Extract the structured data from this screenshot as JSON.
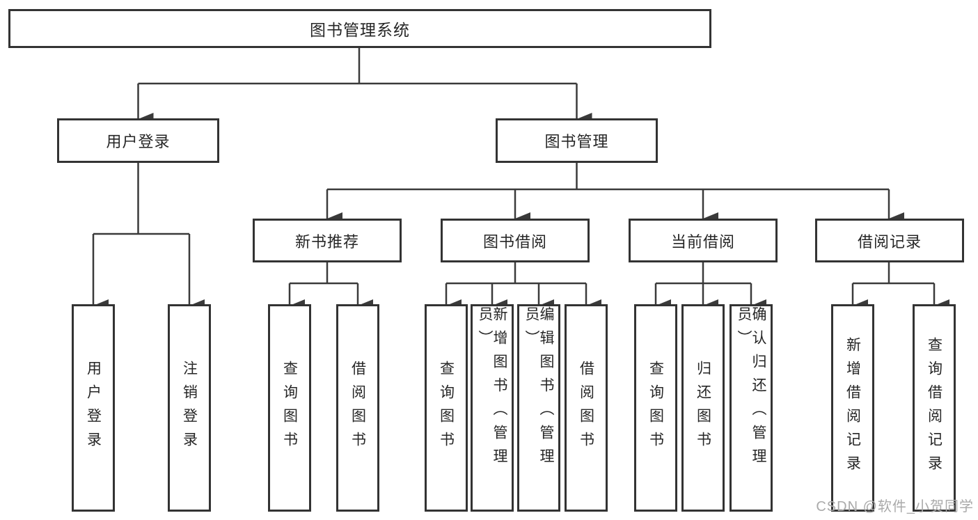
{
  "diagram": {
    "root": {
      "label": "图书管理系统"
    },
    "branches": {
      "user_login": {
        "label": "用户登录",
        "children": [
          {
            "label": "用户登录"
          },
          {
            "label": "注销登录"
          }
        ]
      },
      "book_management": {
        "label": "图书管理",
        "sections": [
          {
            "label": "新书推荐",
            "children": [
              {
                "label": "查询图书"
              },
              {
                "label": "借阅图书"
              }
            ]
          },
          {
            "label": "图书借阅",
            "children": [
              {
                "label": "查询图书"
              },
              {
                "label": "新增图书（管理员）"
              },
              {
                "label": "编辑图书（管理员）"
              },
              {
                "label": "借阅图书"
              }
            ]
          },
          {
            "label": "当前借阅",
            "children": [
              {
                "label": "查询图书"
              },
              {
                "label": "归还图书"
              },
              {
                "label": "确认归还（管理员）"
              }
            ]
          },
          {
            "label": "借阅记录",
            "children": [
              {
                "label": "新增借阅记录"
              },
              {
                "label": "查询借阅记录"
              }
            ]
          }
        ]
      }
    },
    "watermark": "CSDN @软件_小贺同学",
    "colors": {
      "line": "#3a3a3a",
      "box_border": "#333333",
      "text": "#262626",
      "watermark": "#aaaaaa",
      "background": "#ffffff"
    }
  }
}
